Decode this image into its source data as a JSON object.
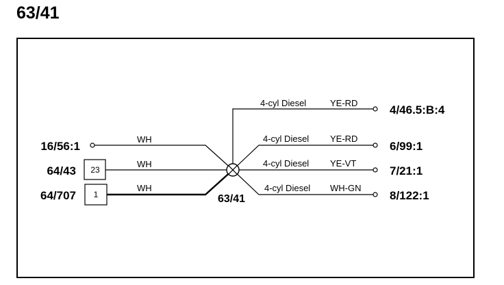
{
  "title": "63/41",
  "splice": {
    "label": "63/41"
  },
  "left_terminals": [
    {
      "label": "16/56:1"
    },
    {
      "label": "64/43",
      "connector": "23"
    },
    {
      "label": "64/707",
      "connector": "1"
    }
  ],
  "left_wires": [
    {
      "color_code": "WH"
    },
    {
      "color_code": "WH"
    },
    {
      "color_code": "WH"
    }
  ],
  "right_terminals": [
    {
      "label": "4/46.5:B:4"
    },
    {
      "label": "6/99:1"
    },
    {
      "label": "7/21:1"
    },
    {
      "label": "8/122:1"
    }
  ],
  "right_wires": [
    {
      "variant": "4-cyl Diesel",
      "color_code": "YE-RD"
    },
    {
      "variant": "4-cyl Diesel",
      "color_code": "YE-RD"
    },
    {
      "variant": "4-cyl Diesel",
      "color_code": "YE-VT"
    },
    {
      "variant": "4-cyl Diesel",
      "color_code": "WH-GN"
    }
  ]
}
